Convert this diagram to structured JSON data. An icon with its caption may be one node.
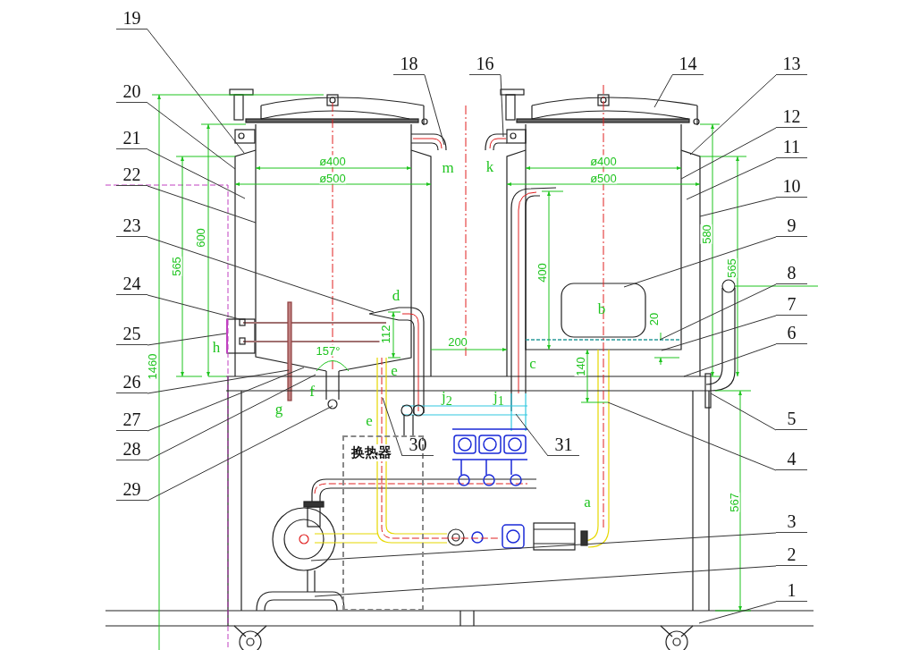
{
  "diagram": {
    "nodes": [
      {
        "text": [
          "19"
        ]
      },
      {
        "text": [
          "18"
        ]
      },
      {
        "text": [
          "16"
        ]
      },
      {
        "text": [
          "14"
        ]
      },
      {
        "text": [
          "13"
        ]
      },
      {
        "text": [
          "20"
        ]
      },
      {
        "text": [
          "12"
        ]
      },
      {
        "text": [
          "21"
        ]
      },
      {
        "text": [
          "11"
        ]
      },
      {
        "text": [
          "22"
        ]
      },
      {
        "text": [
          "10"
        ]
      },
      {
        "text": [
          "23"
        ]
      },
      {
        "text": [
          "9"
        ]
      },
      {
        "text": [
          "24"
        ]
      },
      {
        "text": [
          "8"
        ]
      },
      {
        "text": [
          "25"
        ]
      },
      {
        "text": [
          "7"
        ]
      },
      {
        "text": [
          "6"
        ]
      },
      {
        "text": [
          "26"
        ]
      },
      {
        "text": [
          "5"
        ]
      },
      {
        "text": [
          "27"
        ]
      },
      {
        "text": [
          "30"
        ]
      },
      {
        "text": [
          "31"
        ]
      },
      {
        "text": [
          "28"
        ]
      },
      {
        "text": [
          "4"
        ]
      },
      {
        "text": [
          "29"
        ]
      },
      {
        "text": [
          "3"
        ]
      },
      {
        "text": [
          "2"
        ]
      },
      {
        "text": [
          "1"
        ]
      },
      {
        "text": [
          "换热器"
        ]
      }
    ],
    "edges": [
      {
        "from": 0,
        "to": null,
        "arrow": "none"
      },
      {
        "from": 1,
        "to": null,
        "arrow": "none"
      },
      {
        "from": 2,
        "to": null,
        "arrow": "none"
      },
      {
        "from": 3,
        "to": null,
        "arrow": "none"
      },
      {
        "from": 4,
        "to": null,
        "arrow": "none"
      },
      {
        "from": 5,
        "to": null,
        "arrow": "none"
      },
      {
        "from": 6,
        "to": null,
        "arrow": "none"
      },
      {
        "from": 7,
        "to": null,
        "arrow": "none"
      },
      {
        "from": 8,
        "to": null,
        "arrow": "none"
      },
      {
        "from": 9,
        "to": null,
        "arrow": "none"
      },
      {
        "from": 10,
        "to": null,
        "arrow": "none"
      },
      {
        "from": 11,
        "to": null,
        "arrow": "none"
      },
      {
        "from": 12,
        "to": null,
        "arrow": "none"
      },
      {
        "from": 13,
        "to": null,
        "arrow": "none"
      },
      {
        "from": 14,
        "to": null,
        "arrow": "none"
      },
      {
        "from": 15,
        "to": null,
        "arrow": "none"
      },
      {
        "from": 16,
        "to": null,
        "arrow": "none"
      },
      {
        "from": 17,
        "to": null,
        "arrow": "none"
      },
      {
        "from": 18,
        "to": null,
        "arrow": "none"
      },
      {
        "from": 19,
        "to": null,
        "arrow": "none"
      },
      {
        "from": 20,
        "to": null,
        "arrow": "none"
      },
      {
        "from": 21,
        "to": null,
        "arrow": "none"
      },
      {
        "from": 22,
        "to": null,
        "arrow": "none"
      },
      {
        "from": 23,
        "to": null,
        "arrow": "none"
      },
      {
        "from": 24,
        "to": null,
        "arrow": "none"
      },
      {
        "from": 25,
        "to": null,
        "arrow": "none"
      },
      {
        "from": 26,
        "to": null,
        "arrow": "none"
      },
      {
        "from": 27,
        "to": null,
        "arrow": "none"
      },
      {
        "from": 28,
        "to": null,
        "arrow": "none"
      }
    ],
    "labels": [
      "ø400",
      "ø400",
      "ø500",
      "ø500",
      "m",
      "k",
      "600",
      "580",
      "565",
      "400",
      "565",
      "d",
      "b",
      "20",
      "112",
      "h",
      "157°",
      "200",
      "1460",
      "140",
      "c",
      "e",
      "j$_{2}$",
      "j$_{1}$",
      "g",
      "f",
      "e",
      "a",
      "567"
    ]
  }
}
